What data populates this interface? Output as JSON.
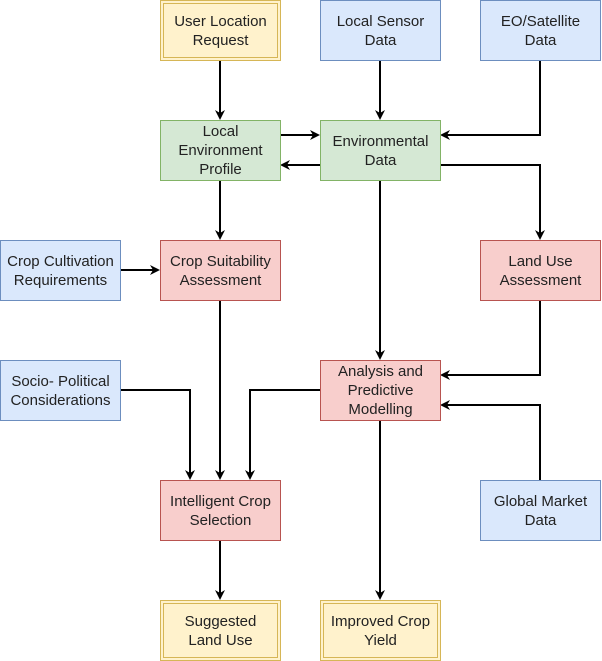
{
  "colors": {
    "yellow_fill": "#fff2cc",
    "yellow_stroke": "#d6b656",
    "blue_fill": "#dae8fc",
    "blue_stroke": "#6c8ebf",
    "green_fill": "#d5e8d4",
    "green_stroke": "#82b366",
    "red_fill": "#f8cecc",
    "red_stroke": "#b85450",
    "arrow": "#000000"
  },
  "nodes": {
    "user_location_request": {
      "label": "User Location\nRequest",
      "style": "yellow"
    },
    "local_sensor_data": {
      "label": "Local Sensor\nData",
      "style": "blue"
    },
    "eo_satellite_data": {
      "label": "EO/Satellite\nData",
      "style": "blue"
    },
    "local_environment_profile": {
      "label": "Local\nEnvironment\nProfile",
      "style": "green"
    },
    "environmental_data": {
      "label": "Environmental\nData",
      "style": "green"
    },
    "crop_cultivation_requirements": {
      "label": "Crop Cultivation\nRequirements",
      "style": "blue"
    },
    "crop_suitability_assessment": {
      "label": "Crop Suitability\nAssessment",
      "style": "red"
    },
    "land_use_assessment": {
      "label": "Land Use\nAssessment",
      "style": "red"
    },
    "socio_political_considerations": {
      "label": "Socio- Political\nConsiderations",
      "style": "blue"
    },
    "analysis_predictive_modelling": {
      "label": "Analysis and\nPredictive\nModelling",
      "style": "red"
    },
    "intelligent_crop_selection": {
      "label": "Intelligent Crop\nSelection",
      "style": "red"
    },
    "global_market_data": {
      "label": "Global Market\nData",
      "style": "blue"
    },
    "suggested_land_use": {
      "label": "Suggested\nLand Use",
      "style": "yellow"
    },
    "improved_crop_yield": {
      "label": "Improved Crop\nYield",
      "style": "yellow"
    }
  },
  "edges": [
    {
      "from": "user_location_request",
      "to": "local_environment_profile"
    },
    {
      "from": "local_sensor_data",
      "to": "environmental_data"
    },
    {
      "from": "eo_satellite_data",
      "to": "environmental_data"
    },
    {
      "from": "local_environment_profile",
      "to": "environmental_data"
    },
    {
      "from": "environmental_data",
      "to": "local_environment_profile"
    },
    {
      "from": "local_environment_profile",
      "to": "crop_suitability_assessment"
    },
    {
      "from": "environmental_data",
      "to": "land_use_assessment"
    },
    {
      "from": "environmental_data",
      "to": "analysis_predictive_modelling"
    },
    {
      "from": "crop_cultivation_requirements",
      "to": "crop_suitability_assessment"
    },
    {
      "from": "crop_suitability_assessment",
      "to": "intelligent_crop_selection"
    },
    {
      "from": "land_use_assessment",
      "to": "analysis_predictive_modelling"
    },
    {
      "from": "socio_political_considerations",
      "to": "intelligent_crop_selection"
    },
    {
      "from": "analysis_predictive_modelling",
      "to": "intelligent_crop_selection"
    },
    {
      "from": "global_market_data",
      "to": "analysis_predictive_modelling"
    },
    {
      "from": "intelligent_crop_selection",
      "to": "suggested_land_use"
    },
    {
      "from": "analysis_predictive_modelling",
      "to": "improved_crop_yield"
    }
  ]
}
